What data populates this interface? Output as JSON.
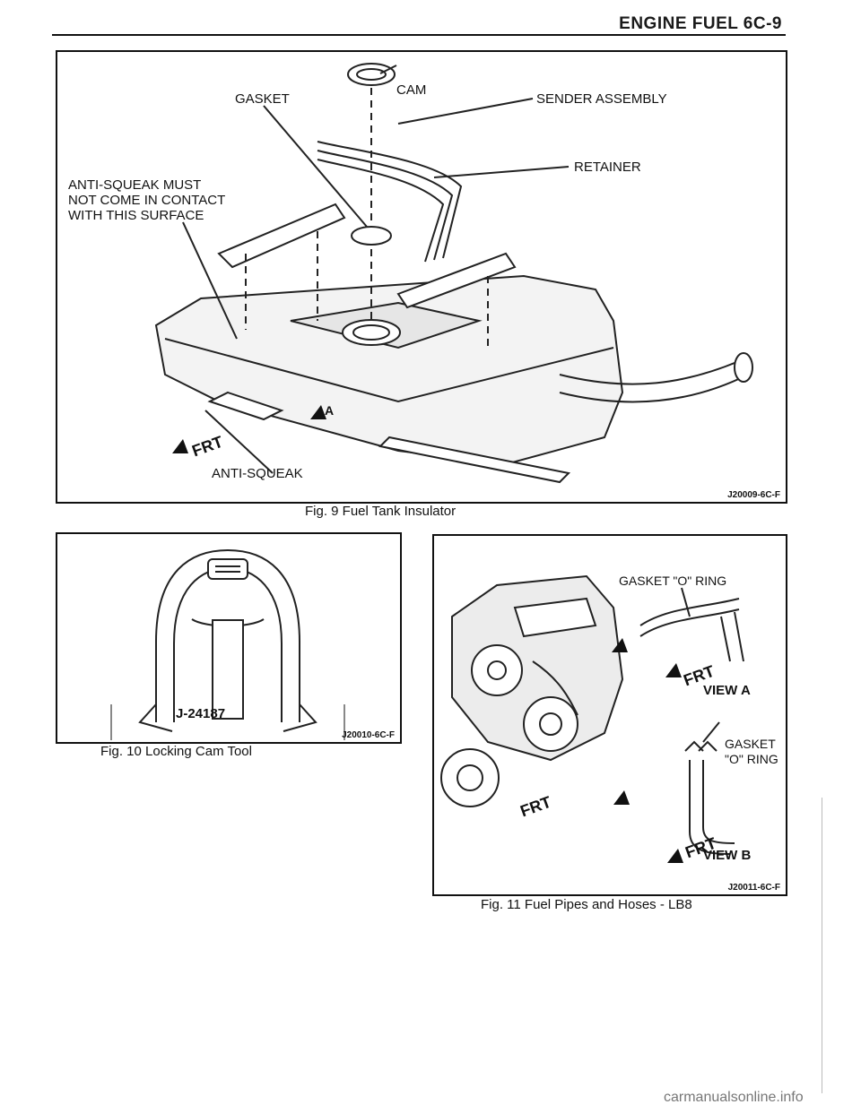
{
  "header": {
    "title": "ENGINE FUEL 6C-9"
  },
  "fig9": {
    "caption": "Fig. 9 Fuel Tank Insulator",
    "code": "J20009-6C-F",
    "labels": {
      "gasket": "GASKET",
      "cam": "CAM",
      "sender": "SENDER ASSEMBLY",
      "retainer": "RETAINER",
      "anti_squeak_note": "ANTI-SQUEAK MUST\nNOT COME IN CONTACT\nWITH THIS SURFACE",
      "anti_squeak": "ANTI-SQUEAK",
      "frt": "FRT",
      "view_marker": "A"
    }
  },
  "fig10": {
    "caption": "Fig. 10 Locking Cam Tool",
    "code": "J20010-6C-F",
    "tool_label": "J-24187"
  },
  "fig11": {
    "caption": "Fig. 11 Fuel Pipes and Hoses - LB8",
    "code": "J20011-6C-F",
    "labels": {
      "gasket_o_ring_top": "GASKET \"O\" RING",
      "gasket_o_ring_side": "GASKET\n\"O\" RING",
      "view_a": "VIEW A",
      "view_b": "VIEW B",
      "frt": "FRT"
    }
  },
  "footer": {
    "watermark": "carmanualsonline.info"
  }
}
